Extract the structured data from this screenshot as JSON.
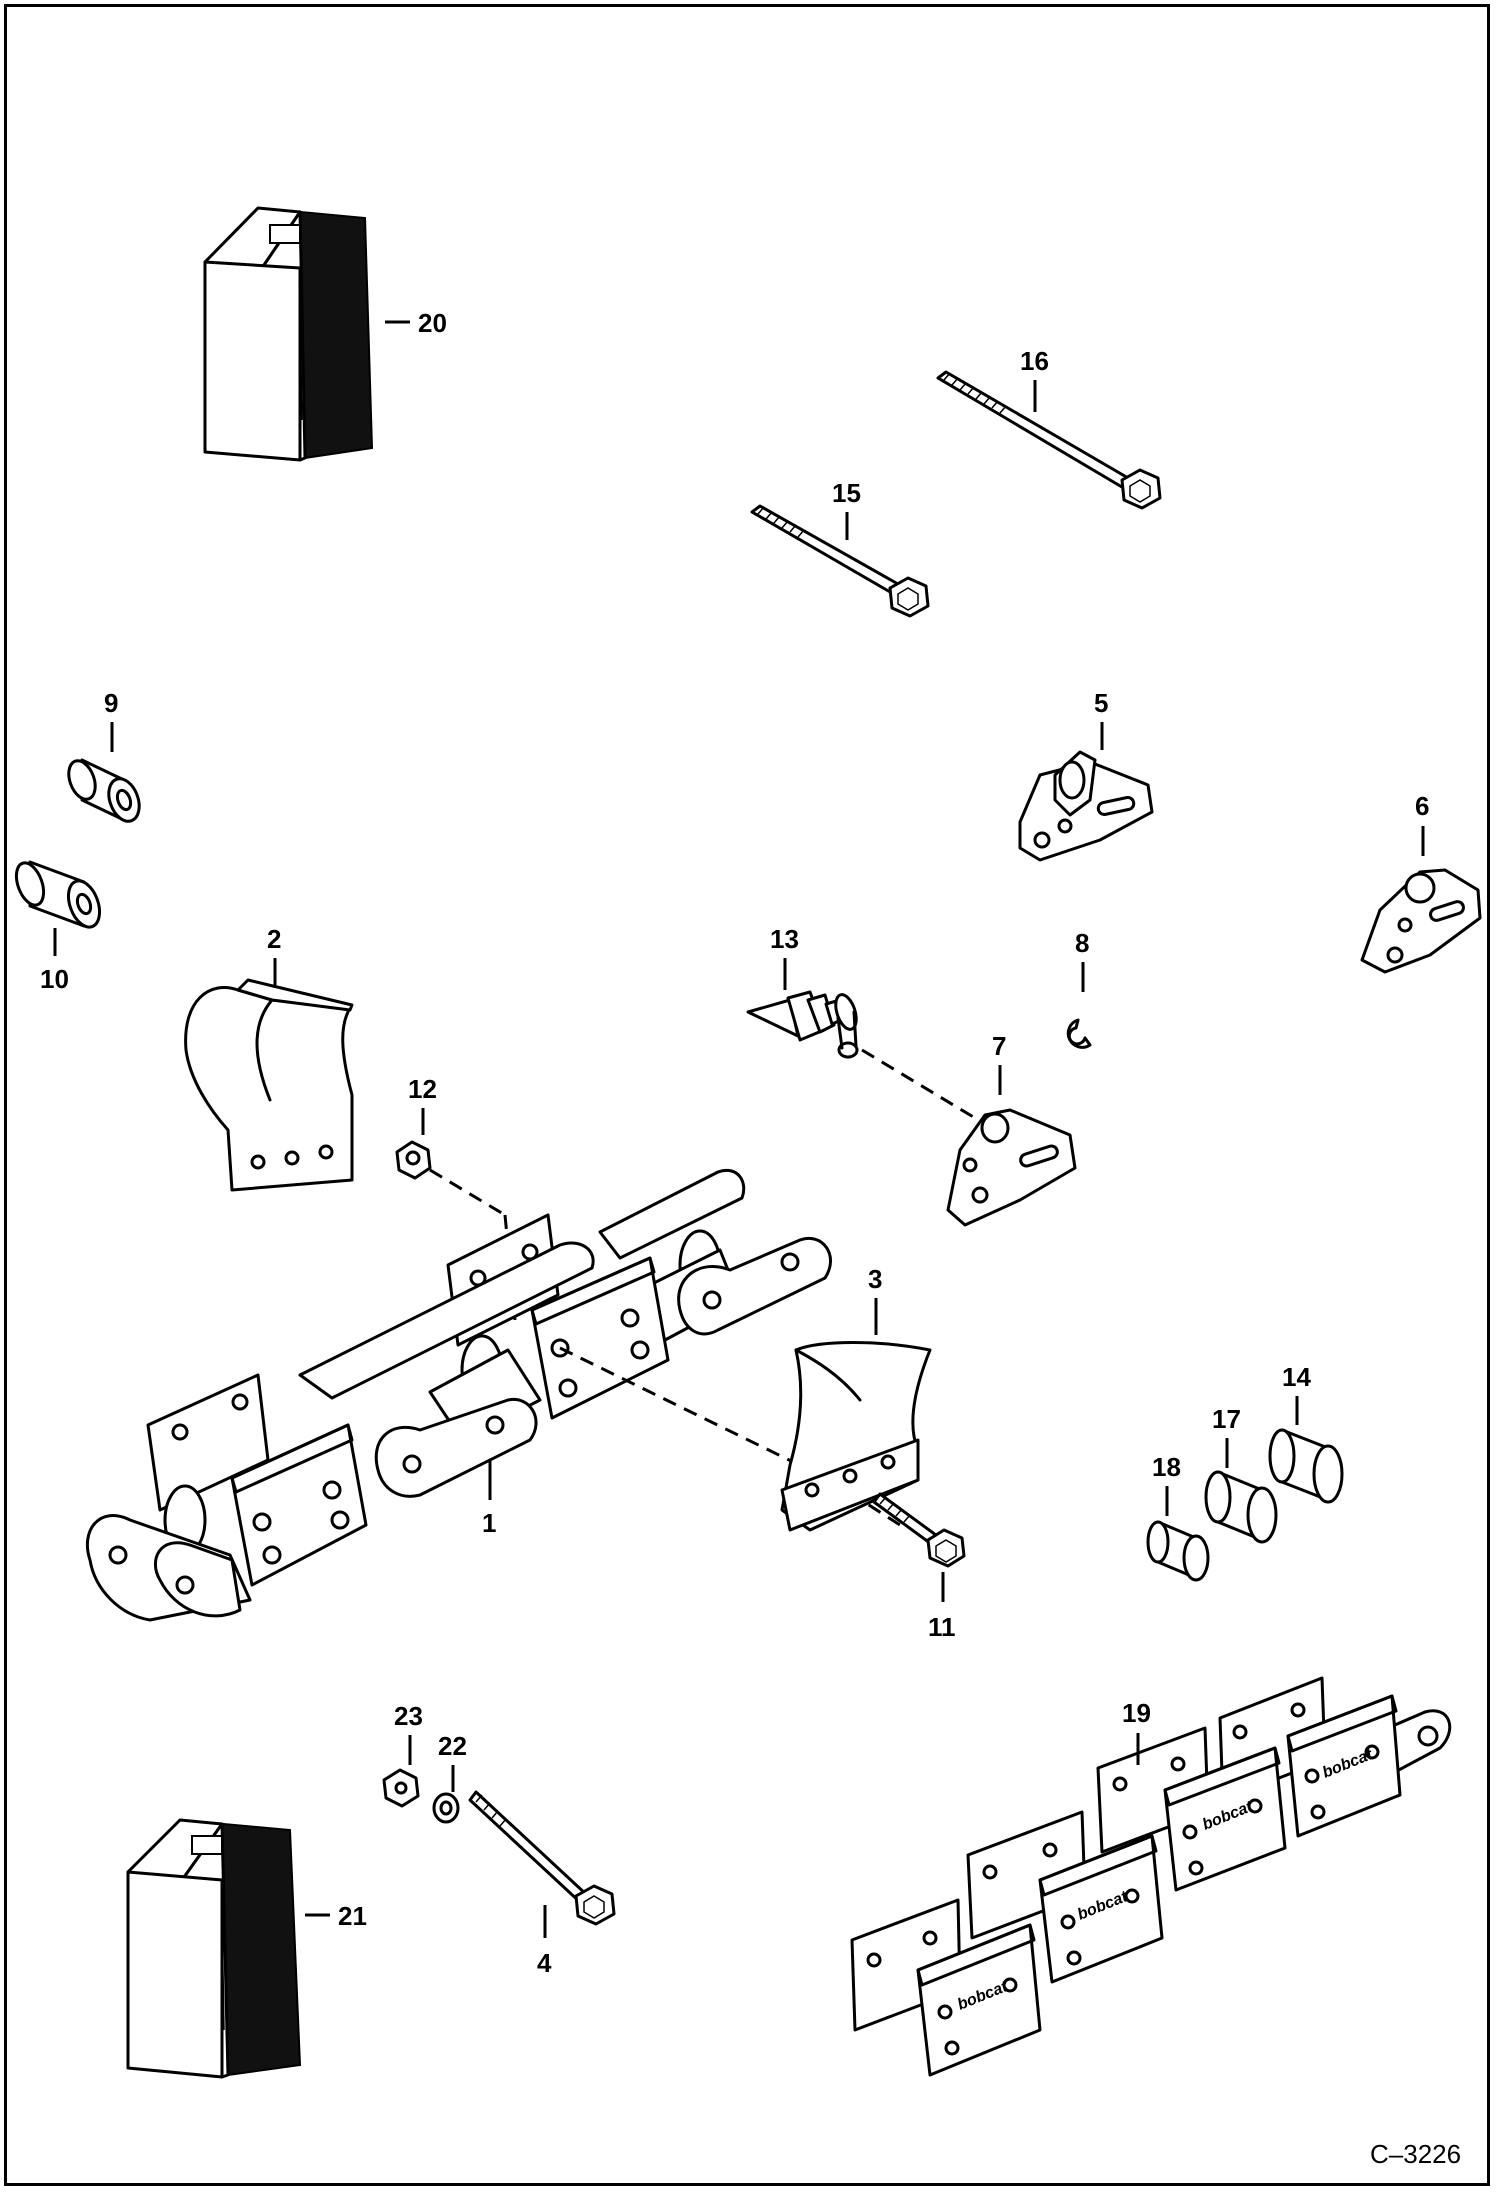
{
  "diagram": {
    "drawing_code": "C–3226",
    "brand_mark": "bobcat",
    "callouts": [
      "1",
      "2",
      "3",
      "4",
      "5",
      "6",
      "7",
      "8",
      "9",
      "10",
      "11",
      "12",
      "13",
      "14",
      "15",
      "16",
      "17",
      "18",
      "19",
      "20",
      "21",
      "22",
      "23"
    ]
  }
}
